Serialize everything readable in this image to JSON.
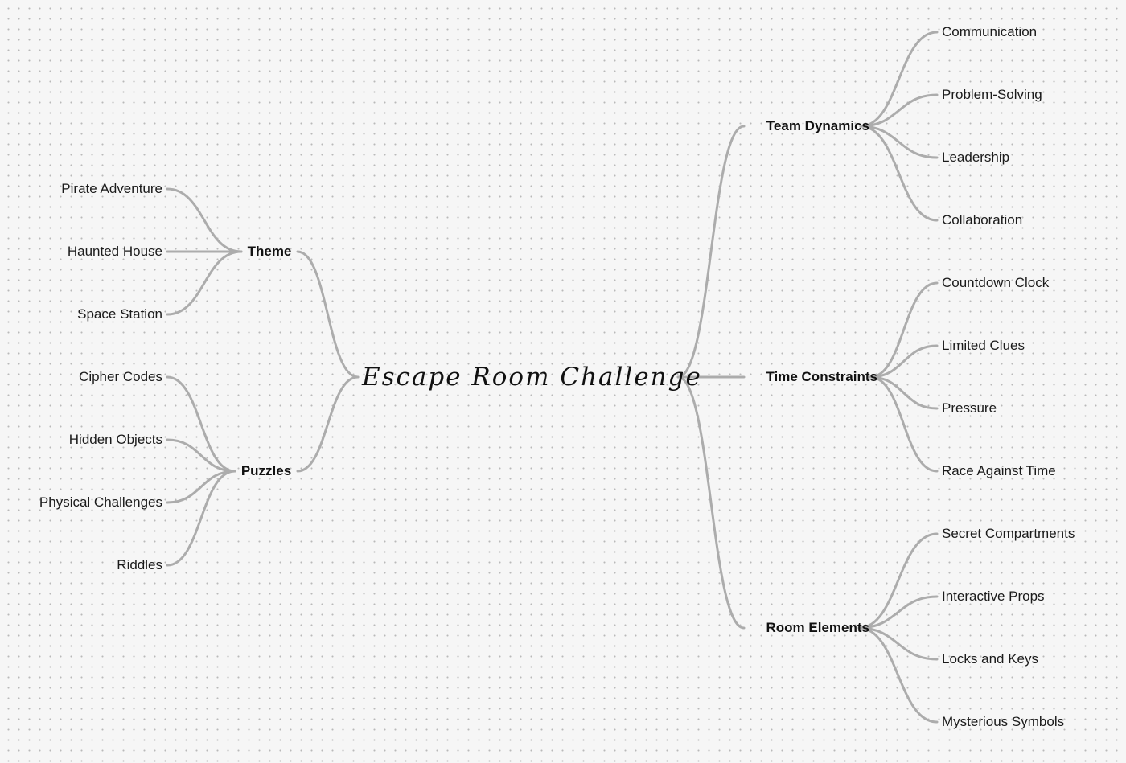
{
  "root": {
    "label": "Escape Room Challenge"
  },
  "left_branches": [
    {
      "label": "Theme",
      "children": [
        "Pirate Adventure",
        "Haunted House",
        "Space Station"
      ]
    },
    {
      "label": "Puzzles",
      "children": [
        "Cipher Codes",
        "Hidden Objects",
        "Physical Challenges",
        "Riddles"
      ]
    }
  ],
  "right_branches": [
    {
      "label": "Team Dynamics",
      "children": [
        "Communication",
        "Problem-Solving",
        "Leadership",
        "Collaboration"
      ]
    },
    {
      "label": "Time Constraints",
      "children": [
        "Countdown Clock",
        "Limited Clues",
        "Pressure",
        "Race Against Time"
      ]
    },
    {
      "label": "Room Elements",
      "children": [
        "Secret Compartments",
        "Interactive Props",
        "Locks and Keys",
        "Mysterious Symbols"
      ]
    }
  ],
  "colors": {
    "background": "#f6f6f6",
    "dot": "#b9b9b9",
    "connector": "#acacac",
    "text": "#1b1b1b"
  }
}
